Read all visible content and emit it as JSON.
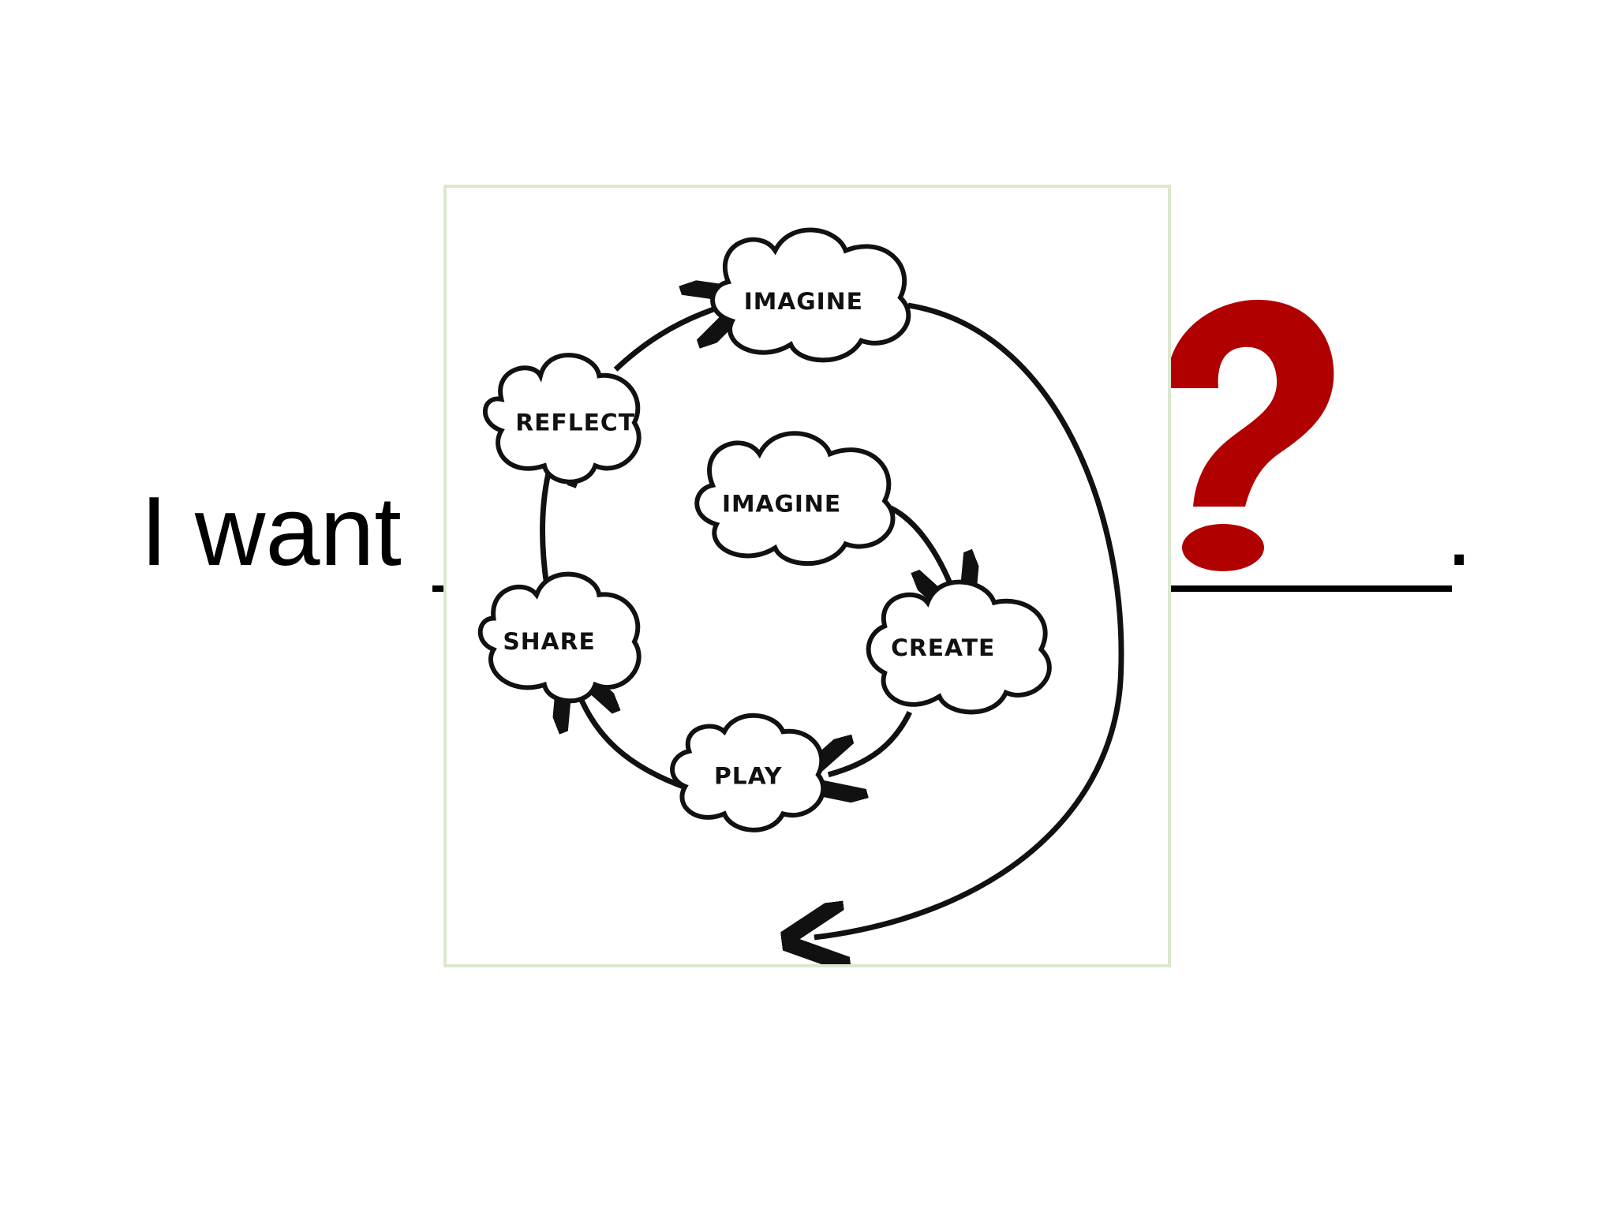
{
  "slide": {
    "prompt_prefix": "I want",
    "period": "."
  },
  "diagram": {
    "labels": {
      "imagine_outer": "IMAGINE",
      "reflect": "REFLECT",
      "imagine_inner": "IMAGINE",
      "create": "CREATE",
      "share": "SHARE",
      "play": "PLAY"
    }
  },
  "colors": {
    "question_mark": "#b00000",
    "frame_border": "#dbe8cf",
    "ink": "#111111"
  },
  "icons": {
    "question_mark": "question-mark-icon"
  }
}
